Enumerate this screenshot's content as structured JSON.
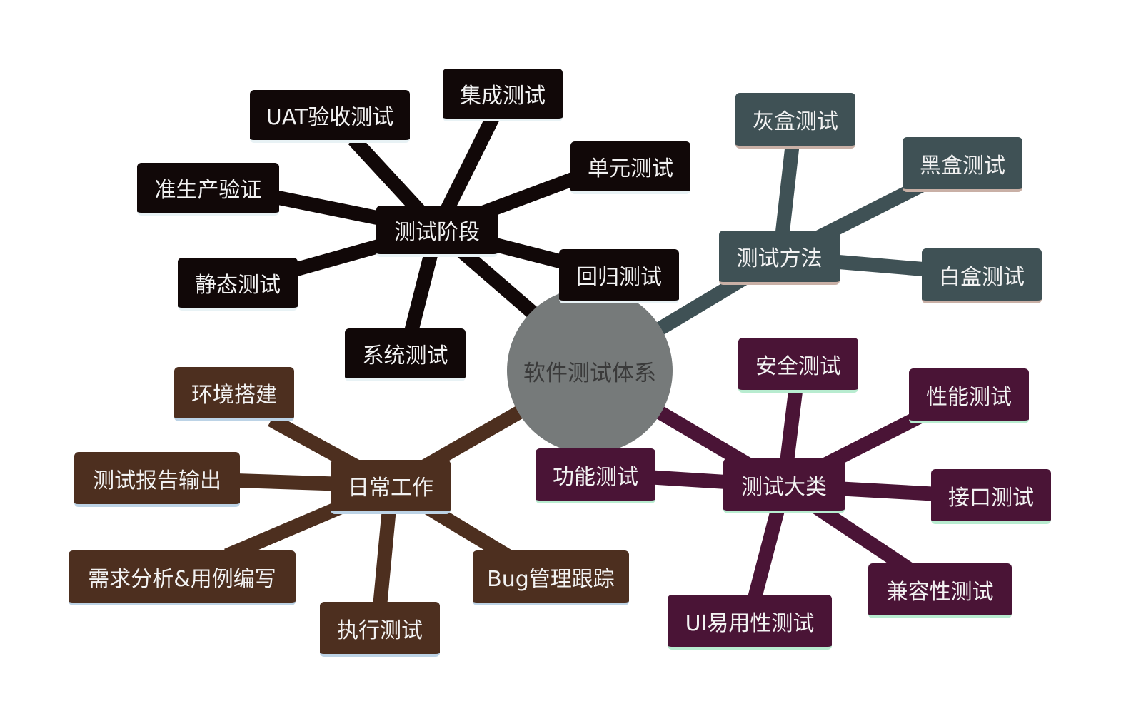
{
  "mindmap": {
    "center": {
      "label": "软件测试体系"
    },
    "colors": {
      "stage": "#110808",
      "method": "#3f5155",
      "daily": "#4d2f1f",
      "category": "#4a1436"
    },
    "branches": {
      "stage": {
        "label": "测试阶段",
        "children": [
          "集成测试",
          "UAT验收测试",
          "准生产验证",
          "单元测试",
          "静态测试",
          "回归测试",
          "系统测试"
        ]
      },
      "method": {
        "label": "测试方法",
        "children": [
          "灰盒测试",
          "黑盒测试",
          "白盒测试"
        ]
      },
      "daily": {
        "label": "日常工作",
        "children": [
          "环境搭建",
          "测试报告输出",
          "需求分析&用例编写",
          "执行测试",
          "Bug管理跟踪"
        ]
      },
      "category": {
        "label": "测试大类",
        "children": [
          "安全测试",
          "性能测试",
          "功能测试",
          "接口测试",
          "兼容性测试",
          "UI易用性测试"
        ]
      }
    }
  }
}
